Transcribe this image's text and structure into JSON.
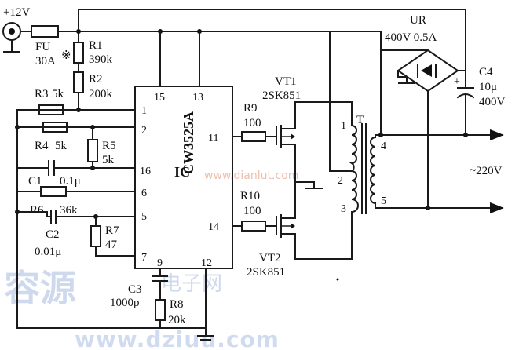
{
  "supply": {
    "label": "+12V"
  },
  "fuse": {
    "ref": "FU",
    "value": "30A",
    "mark": "※"
  },
  "resistors": {
    "r1": {
      "ref": "R1",
      "value": "390k"
    },
    "r2": {
      "ref": "R2",
      "value": "200k"
    },
    "r3": {
      "ref": "R3",
      "value": "5k"
    },
    "r4": {
      "ref": "R4",
      "value": "5k"
    },
    "r5": {
      "ref": "R5",
      "value": "5k"
    },
    "r6": {
      "ref": "R6",
      "value": "36k"
    },
    "r7": {
      "ref": "R7",
      "value": "47"
    },
    "r8": {
      "ref": "R8",
      "value": "20k"
    },
    "r9": {
      "ref": "R9",
      "value": "100"
    },
    "r10": {
      "ref": "R10",
      "value": "100"
    }
  },
  "capacitors": {
    "c1": {
      "ref": "C1",
      "value": "0.1μ"
    },
    "c2": {
      "ref": "C2",
      "value": "0.01μ"
    },
    "c3": {
      "ref": "C3",
      "value": "1000p"
    },
    "c4": {
      "ref": "C4",
      "value": "10μ",
      "voltage": "400V"
    }
  },
  "ic": {
    "ref": "IC",
    "part": "CW3525A",
    "pins": [
      "1",
      "2",
      "16",
      "6",
      "5",
      "7",
      "9",
      "12",
      "15",
      "13",
      "11",
      "14"
    ]
  },
  "transistors": {
    "vt1": {
      "ref": "VT1",
      "part": "2SK851"
    },
    "vt2": {
      "ref": "VT2",
      "part": "2SK851"
    }
  },
  "transformer": {
    "ref": "T",
    "pins": [
      "1",
      "2",
      "3",
      "4",
      "5"
    ]
  },
  "rectifier": {
    "ref": "UR",
    "rating": "400V 0.5A"
  },
  "output": {
    "label": "~220V"
  },
  "watermarks": {
    "site1": "www.dianlut.com",
    "brand": "容源",
    "brand_small": "电子网",
    "site2": "www.dziuu.com"
  }
}
